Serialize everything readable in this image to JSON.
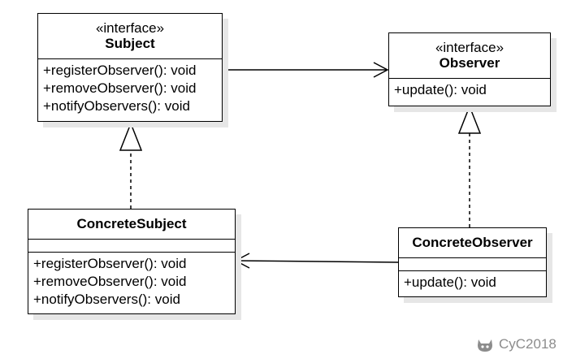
{
  "classes": {
    "subject": {
      "stereotype": "«interface»",
      "name": "Subject",
      "operations": [
        "+registerObserver(): void",
        "+removeObserver(): void",
        "+notifyObservers(): void"
      ]
    },
    "observer": {
      "stereotype": "«interface»",
      "name": "Observer",
      "operations": [
        "+update(): void"
      ]
    },
    "concrete_subject": {
      "name": "ConcreteSubject",
      "operations": [
        "+registerObserver(): void",
        "+removeObserver(): void",
        "+notifyObservers(): void"
      ]
    },
    "concrete_observer": {
      "name": "ConcreteObserver",
      "operations": [
        "+update(): void"
      ]
    }
  },
  "relations": [
    {
      "from": "Subject",
      "to": "Observer",
      "kind": "association"
    },
    {
      "from": "ConcreteSubject",
      "to": "Subject",
      "kind": "realization"
    },
    {
      "from": "ConcreteObserver",
      "to": "Observer",
      "kind": "realization"
    },
    {
      "from": "ConcreteObserver",
      "to": "ConcreteSubject",
      "kind": "association"
    }
  ],
  "watermark": {
    "icon": "github-cat-icon",
    "text": "CyC2018",
    "color": "#8c8c8c"
  }
}
